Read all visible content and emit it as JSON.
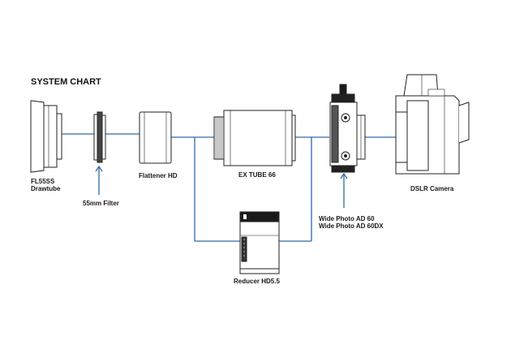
{
  "title": "SYSTEM CHART",
  "components": {
    "fl55ss": {
      "line1": "FL55SS",
      "line2": "Drawtube"
    },
    "filter": {
      "label": "55mm Filter"
    },
    "flattener": {
      "label": "Flattener HD"
    },
    "extube": {
      "label": "EX TUBE 66"
    },
    "reducer": {
      "label": "Reducer HD5.5"
    },
    "widephoto": {
      "line1": "Wide Photo AD 60",
      "line2": "Wide Photo AD 60DX"
    },
    "dslr": {
      "label": "DSLR Camera"
    }
  },
  "colors": {
    "connector": "#2e6aa6",
    "outline": "#222222",
    "text": "#1a1a1a"
  }
}
